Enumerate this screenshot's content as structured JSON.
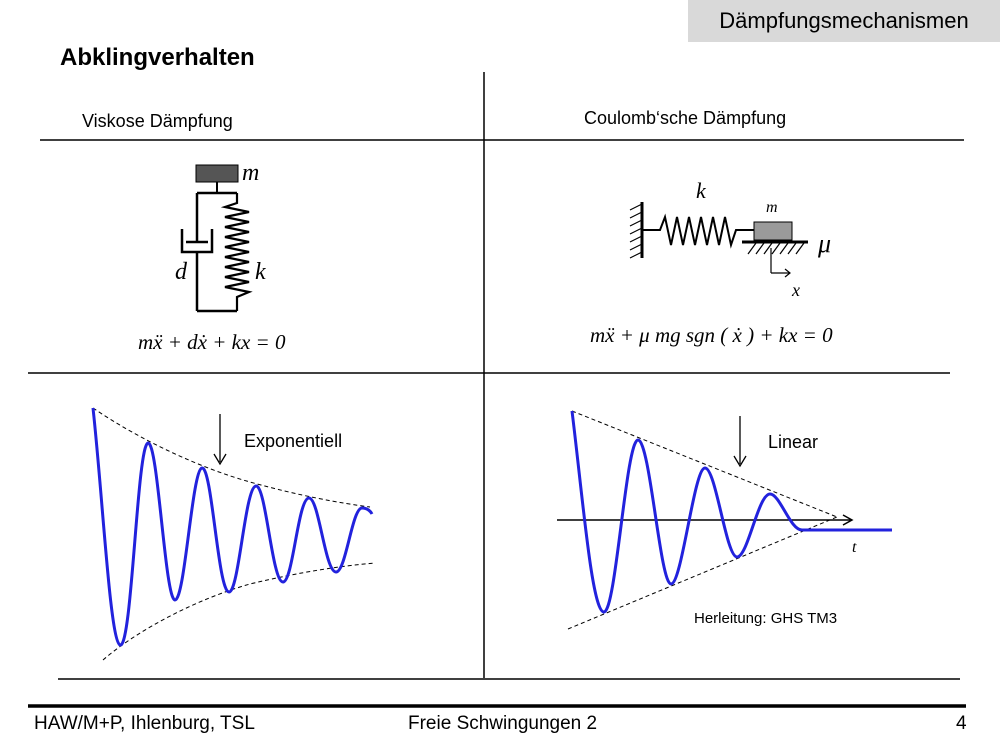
{
  "header": {
    "topic": "Dämpfungsmechanismen",
    "title": "Abklingverhalten"
  },
  "columns": {
    "left": {
      "heading": "Viskose Dämpfung",
      "formula": "mẍ + dẋ + kx = 0",
      "symbols": {
        "mass": "m",
        "damper": "d",
        "spring": "k"
      },
      "decay_label": "Exponentiell"
    },
    "right": {
      "heading": "Coulomb‘sche Dämpfung",
      "formula": "mẍ + μ mg sgn ( ẋ ) + kx = 0",
      "symbols": {
        "spring": "k",
        "mass": "m",
        "friction": "μ",
        "displacement": "x"
      },
      "decay_label": "Linear",
      "time_axis": "t",
      "reference": "Herleitung: GHS TM3"
    }
  },
  "footer": {
    "left": "HAW/M+P, Ihlenburg, TSL",
    "center": "Freie Schwingungen 2",
    "page": "4"
  },
  "colors": {
    "curve": "#2222dd",
    "topic_box": "#d9d9d9",
    "mass_block": "#555555"
  }
}
